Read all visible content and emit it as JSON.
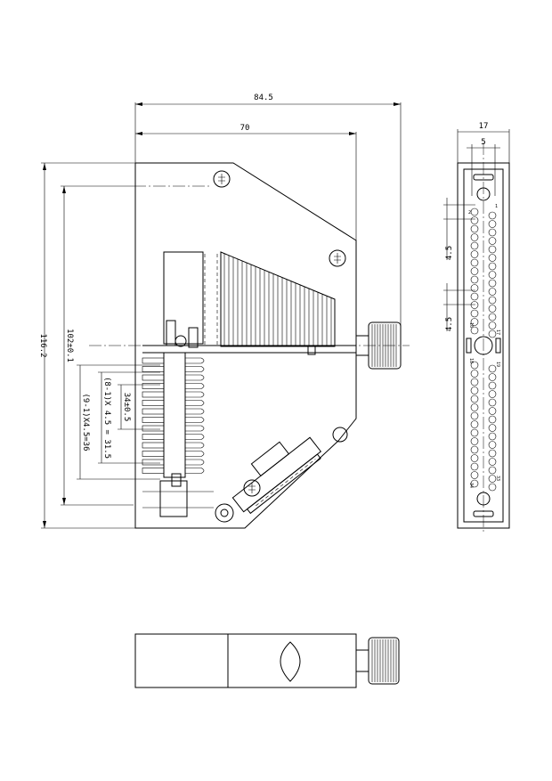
{
  "dimensions": {
    "overall_width": "84.5",
    "body_width": "70",
    "overall_height": "116.2",
    "inner_height": "102±0.1",
    "pitch_small": "34±0.5",
    "pitch_total_a": "(8-1)X 4.5 = 31.5",
    "pitch_total_b": "(9-1)X4.5=36",
    "side_width": "17",
    "side_offset": "5",
    "side_pitch_1": "4.5",
    "side_pitch_2": "4.5"
  },
  "pin_labels": {
    "p1": "1",
    "p2": "2",
    "p16": "16",
    "p17": "17",
    "p18": "18",
    "p19": "19",
    "p33": "33",
    "p34": "34"
  }
}
